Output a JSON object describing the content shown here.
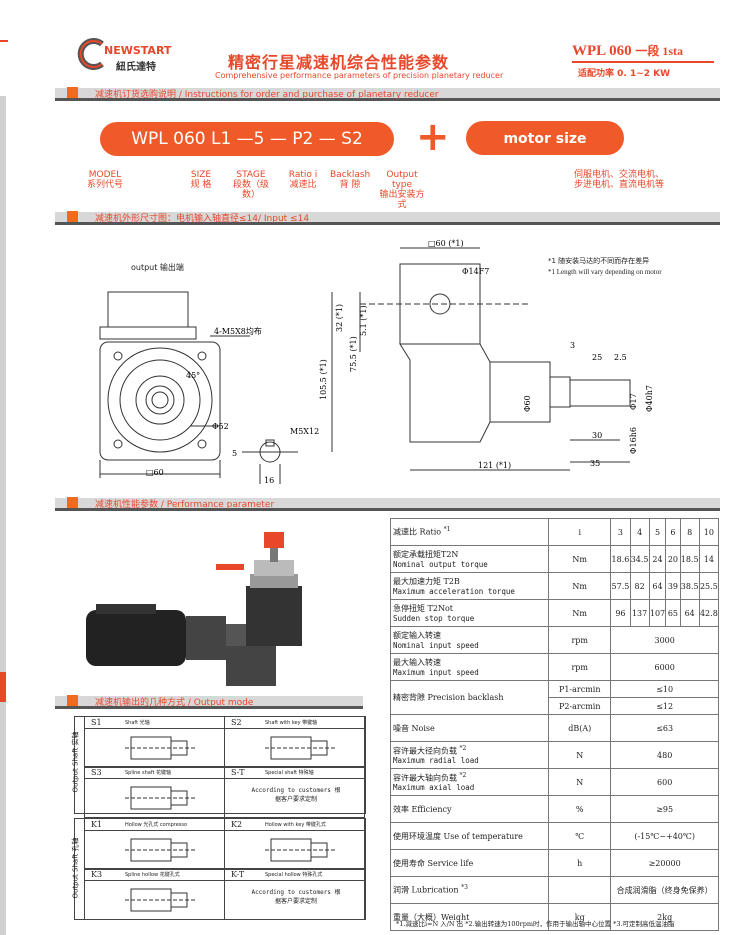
{
  "brand": {
    "name": "NEWSTART",
    "cn": "紐氏達特"
  },
  "header": {
    "title_cn": "精密行星减速机综合性能参数",
    "title_en": "Comprehensive performance parameters of precision planetary reducer",
    "model": "WPL 060",
    "stage": "一段 1sta",
    "power": "适配功率 0. 1~2 KW"
  },
  "sections": {
    "order": "减速机订货选购说明 / Instructions for order and purchase of planetary reducer",
    "dims": "减速机外形尺寸图：电机输入轴直径≤14/ Input ≤14",
    "perf": "减速机性能参数 / Performance parameter",
    "output": "减速机输出的几种方式 / Output mode"
  },
  "order_code": {
    "code": "WPL 060 L1 —5 — P2 — S2",
    "plus": "+",
    "motor": "motor size",
    "labels": [
      {
        "en": "MODEL",
        "cn": "系列代号"
      },
      {
        "en": "SIZE",
        "cn": "规 格"
      },
      {
        "en": "STAGE",
        "cn": "段数（级数）"
      },
      {
        "en": "Ratio i",
        "cn": "减速比"
      },
      {
        "en": "Backlash",
        "cn": "背 隙"
      },
      {
        "en": "Output type",
        "cn": "输出安装方式"
      }
    ],
    "motor_note_1": "伺服电机、交流电机、",
    "motor_note_2": "步进电机、直流电机等"
  },
  "drawing": {
    "output_label": "output 输出端",
    "note1": "*1 随安装马达的不同而存在差异",
    "note2": "*1 Length will vary depending on motor",
    "dims": [
      "□60 (*1)",
      "Φ14F7",
      "32 (*1)",
      "5.1 (*1)",
      "75.5 (*1)",
      "105.5 (*1)",
      "4-M5X8均布",
      "45°",
      "Φ52",
      "M5X12",
      "5",
      "16",
      "□60",
      "Φ60",
      "3",
      "25",
      "2.5",
      "Φ17",
      "Φ40h7",
      "Φ16h6",
      "30",
      "121 (*1)",
      "35"
    ]
  },
  "perf_table": {
    "rows": [
      {
        "cn": "减速比 Ratio",
        "sup": "*1",
        "en": "",
        "unit": "i",
        "vals": [
          "3",
          "4",
          "5",
          "6",
          "8",
          "10"
        ]
      },
      {
        "cn": "额定承载扭矩T2N",
        "en": "Nominal output torque",
        "unit": "Nm",
        "vals": [
          "18.6",
          "34.5",
          "24",
          "20",
          "18.5",
          "14"
        ]
      },
      {
        "cn": "最大加速力矩 T2B",
        "en": "Maximum acceleration torque",
        "unit": "Nm",
        "vals": [
          "57.5",
          "82",
          "64",
          "39",
          "38.5",
          "25.5"
        ]
      },
      {
        "cn": "急停扭矩 T2Not",
        "en": "Sudden stop torque",
        "unit": "Nm",
        "vals": [
          "96",
          "137",
          "107",
          "65",
          "64",
          "42.8"
        ]
      },
      {
        "cn": "额定输入转速",
        "en": "Nominal input speed",
        "unit": "rpm",
        "val": "3000"
      },
      {
        "cn": "最大输入转速",
        "en": "Maximum input speed",
        "unit": "rpm",
        "val": "6000"
      },
      {
        "cn": "精密背隙 Precision backlash",
        "en": "",
        "unit": "P1-arcmin",
        "val": "≤10",
        "unit2": "P2-arcmin",
        "val2": "≤12"
      },
      {
        "cn": "噪音 Noise",
        "en": "",
        "unit": "dB(A)",
        "val": "≤63"
      },
      {
        "cn": "容许最大径向负载",
        "sup": "*2",
        "en": "Maximum radial load",
        "unit": "N",
        "val": "480"
      },
      {
        "cn": "容许最大轴向负载",
        "sup": "*2",
        "en": "Maximum axial load",
        "unit": "N",
        "val": "600"
      },
      {
        "cn": "效率 Efficiency",
        "en": "",
        "unit": "%",
        "val": "≥95"
      },
      {
        "cn": "使用环境温度 Use of temperature",
        "en": "",
        "unit": "℃",
        "val": "(-15℃~+40℃)"
      },
      {
        "cn": "使用寿命 Service life",
        "en": "",
        "unit": "h",
        "val": "≥20000"
      },
      {
        "cn": "润滑 Lubrication",
        "sup": "*3",
        "en": "",
        "unit": "",
        "val": "合成润滑脂（终身免保养）"
      },
      {
        "cn": "重量（大概）Weight",
        "en": "",
        "unit": "kg",
        "val": "2kg"
      }
    ],
    "footnote": "*1.减速比i=N 入/N 出   *2.输出转速为100rpm时，作用于输出轴中心位置   *3.可定制高低温油脂"
  },
  "output_modes": {
    "shaft_label": "Output Shaft 实轴",
    "hole_label": "Output Shaft 孔轴",
    "items": [
      {
        "code": "S1",
        "name": "Shaft 光轴"
      },
      {
        "code": "S2",
        "name": "Shaft with key 带键轴"
      },
      {
        "code": "S3",
        "name": "Spline shaft 花键轴"
      },
      {
        "code": "S-T",
        "name": "Special shaft 特殊轴",
        "note": "According to customers 根据客户要求定制"
      },
      {
        "code": "K1",
        "name": "Hollow 光孔式 compresso"
      },
      {
        "code": "K2",
        "name": "Hollow with key 带键孔式"
      },
      {
        "code": "K3",
        "name": "Spline hollow 花键孔式"
      },
      {
        "code": "K-T",
        "name": "Special hollow 特殊孔式",
        "note": "According to customers 根据客户要求定制"
      }
    ]
  },
  "colors": {
    "accent": "#f05a28",
    "title": "#e8472a",
    "bar": "#d8d8d8"
  }
}
